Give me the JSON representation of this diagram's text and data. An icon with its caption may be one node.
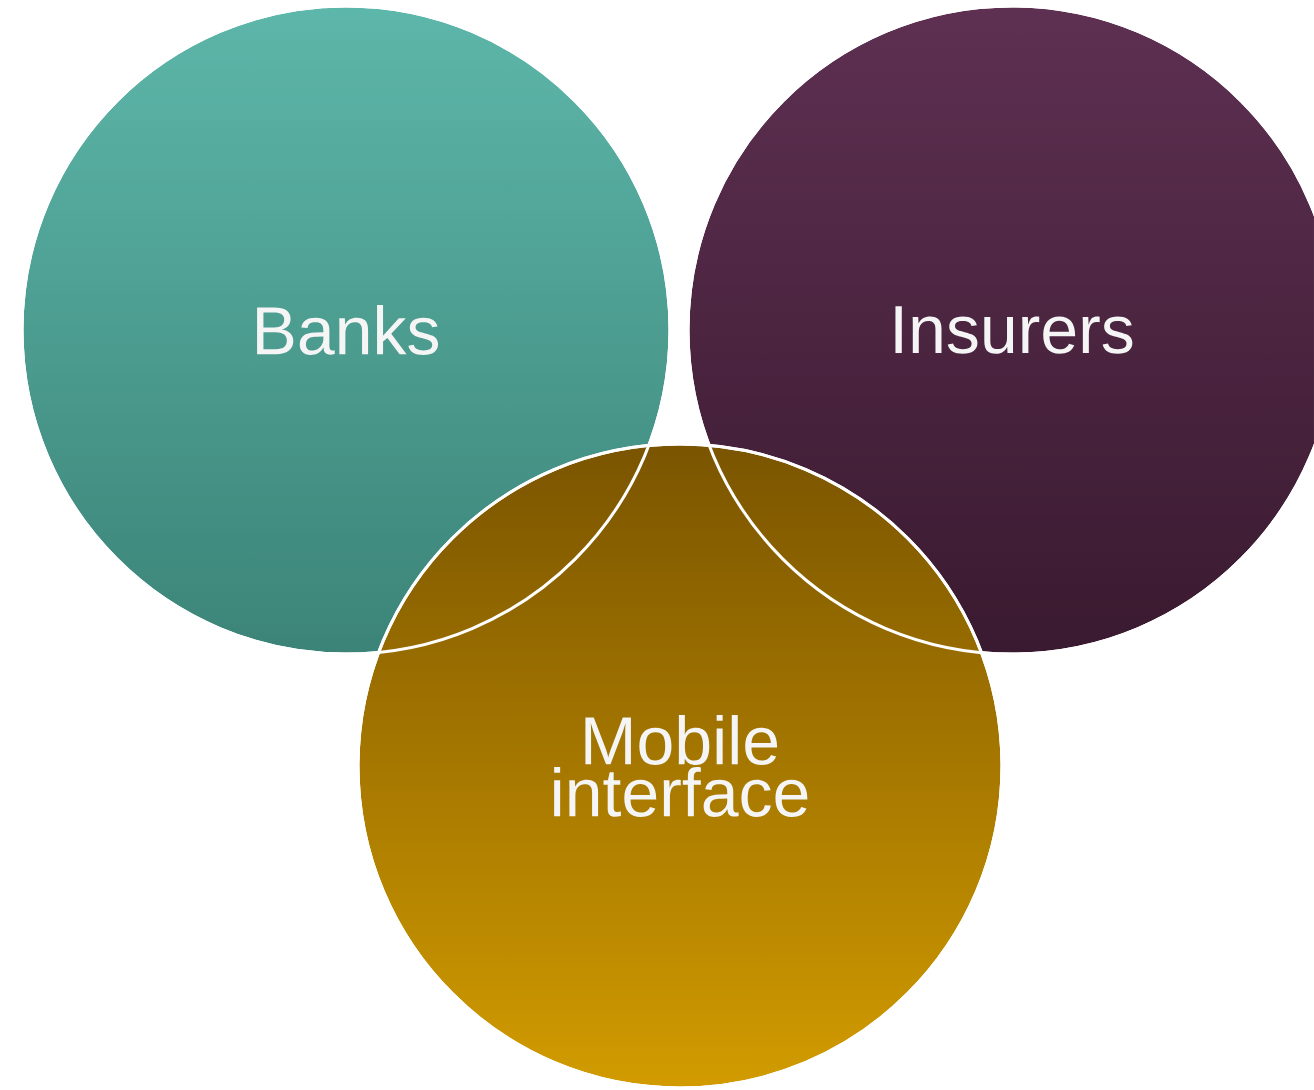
{
  "diagram": {
    "nodes": [
      {
        "text": [
          "Banks"
        ]
      },
      {
        "text": [
          "Insurers"
        ]
      },
      {
        "text": [
          "Mobile interface"
        ]
      }
    ]
  }
}
